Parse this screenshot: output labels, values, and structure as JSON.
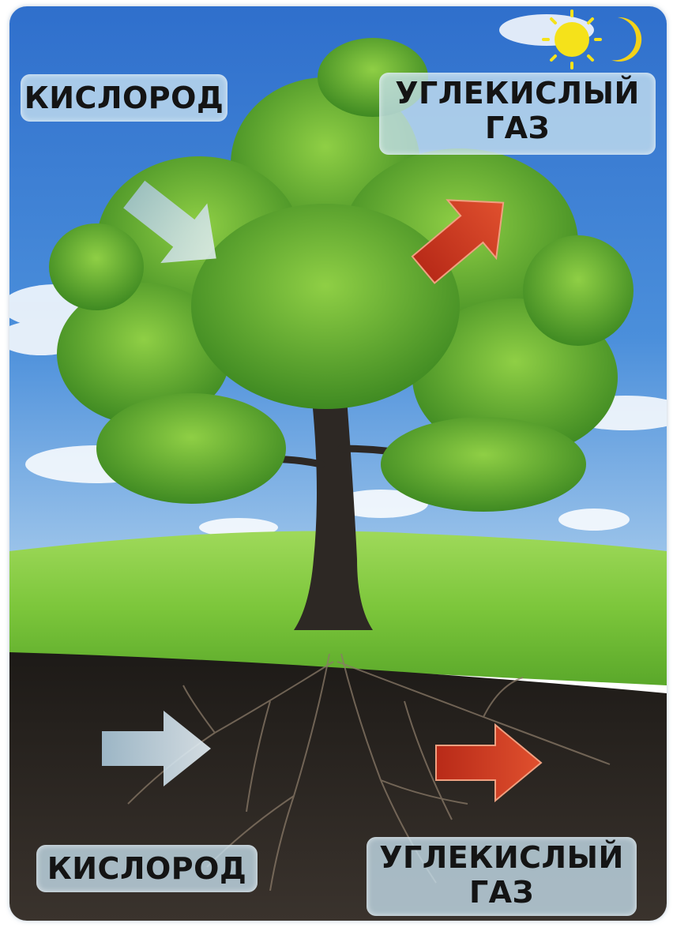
{
  "labels": {
    "top_left": "КИСЛОРОД",
    "top_right_line1": "УГЛЕКИСЛЫЙ",
    "top_right_line2": "ГАЗ",
    "bottom_left": "КИСЛОРОД",
    "bottom_right_line1": "УГЛЕКИСЛЫЙ",
    "bottom_right_line2": "ГАЗ"
  },
  "icons": [
    "sun-icon",
    "moon-icon",
    "oxygen-arrow-icon",
    "carbon-dioxide-arrow-icon"
  ],
  "colors": {
    "sky": "#3b7fd0",
    "grass": "#7cc63b",
    "soil": "#2a2420",
    "oxygen_arrow": "#c9dbe6",
    "co2_arrow": "#cf3a24",
    "sun": "#f5e21a",
    "moon": "#f3d21a"
  }
}
